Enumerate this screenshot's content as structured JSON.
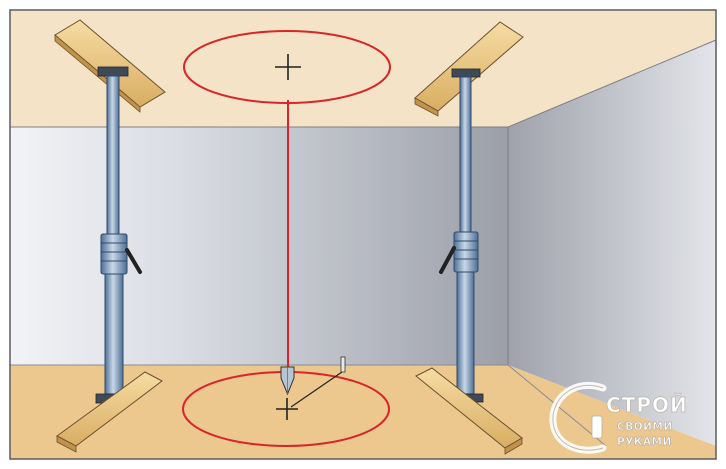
{
  "watermark": {
    "line1": "СТРОЙ",
    "line2": "СВОИМИ",
    "line3": "РУКАМИ"
  },
  "colors": {
    "ceiling": "#f4e3c6",
    "floor": "#ecc78e",
    "wall": "#c8ccd4",
    "laser": "#d9252a",
    "prop_metal": "#8fa6c0",
    "board": "#f1d08f"
  }
}
